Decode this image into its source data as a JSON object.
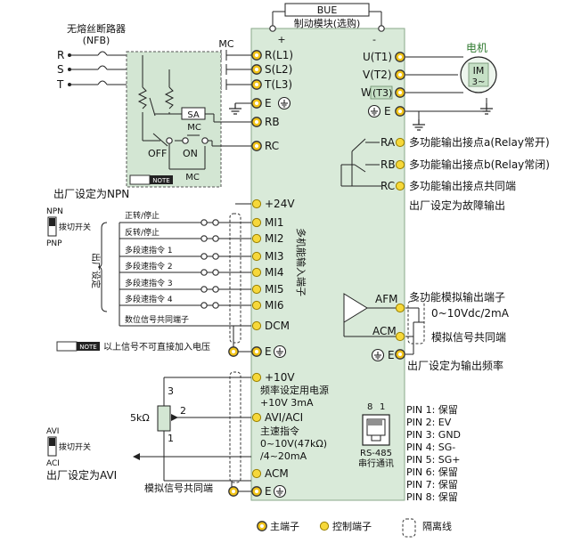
{
  "top": {
    "nfb_title": "无熔丝断路器",
    "nfb_code": "(NFB)",
    "mc": "MC",
    "bue": "BUE",
    "brake": "制动模块(选购)",
    "plus": "+",
    "minus": "-"
  },
  "supply": {
    "r": "R",
    "s": "S",
    "t": "T"
  },
  "main_left": [
    "R(L1)",
    "S(L2)",
    "T(L3)",
    "E",
    "RB",
    "RC"
  ],
  "control_box": {
    "sa": "SA",
    "mc1": "MC",
    "off": "OFF",
    "on": "ON",
    "mc2": "MC",
    "note": "NOTE"
  },
  "npn": {
    "factory": "出厂设定为NPN",
    "npn": "NPN",
    "switch": "拨切开关",
    "pnp": "PNP"
  },
  "inputs": {
    "p24": "+24V",
    "terms": [
      "MI1",
      "MI2",
      "MI3",
      "MI4",
      "MI5",
      "MI6",
      "DCM"
    ],
    "labels": [
      "正转/停止",
      "反转/停止",
      "多段速指令 1",
      "多段速指令 2",
      "多段速指令 3",
      "多段速指令 4",
      "数位信号共同端子"
    ],
    "factory_vertical": "出厂设定",
    "multi_vertical": "多机能输入端子"
  },
  "input_note": {
    "badge": "NOTE",
    "text": "以上信号不可直接加入电压"
  },
  "freq": {
    "e": "E",
    "p10": "+10V",
    "power_label": "频率设定用电源",
    "power_val": "+10V 3mA",
    "pot": "5kΩ",
    "n3": "3",
    "n2": "2",
    "n1": "1",
    "avi_term": "AVI/ACI",
    "main_cmd": "主速指令",
    "range_v": "0~10V(47kΩ)",
    "range_i": "/4~20mA",
    "acm": "ACM",
    "analog_common": "模拟信号共同端",
    "e2": "E"
  },
  "avi": {
    "avi": "AVI",
    "switch": "拨切开关",
    "aci": "ACI",
    "factory": "出厂设定为AVI"
  },
  "motor_side": {
    "u": "U(T1)",
    "v": "V(T2)",
    "w": "W",
    "w_t3": "(T3)",
    "e": "E",
    "motor": "电机",
    "im": "IM",
    "phase": "3~"
  },
  "relay": {
    "ra": "RA",
    "rb": "RB",
    "rc": "RC",
    "ra_label": "多功能输出接点a(Relay常开)",
    "rb_label": "多功能输出接点b(Relay常闭)",
    "rc_label": "多功能输出接点共同端",
    "fault": "出厂设定为故障输出"
  },
  "analog_out": {
    "afm": "AFM",
    "title": "多功能模拟输出端子",
    "range": "0~10Vdc/2mA",
    "acm": "ACM",
    "common": "模拟信号共同端",
    "e": "E",
    "factory": "出厂设定为输出频率"
  },
  "rs485": {
    "n8": "8",
    "n1": "1",
    "name": "RS-485",
    "sub": "串行通讯",
    "pins": [
      "PIN 1: 保留",
      "PIN 2: EV",
      "PIN 3: GND",
      "PIN 4: SG-",
      "PIN 5: SG+",
      "PIN 6: 保留",
      "PIN 7: 保留",
      "PIN 8: 保留"
    ]
  },
  "legend": {
    "main": "主端子",
    "control": "控制端子",
    "isolation": "隔离线"
  },
  "colors": {
    "panel": "#d9ead9",
    "panel_border": "#8aa88a",
    "shaded": "#d3e6d3",
    "main_terminal": "#f2c418",
    "control_terminal": "#f6d83a",
    "line": "#222222"
  }
}
